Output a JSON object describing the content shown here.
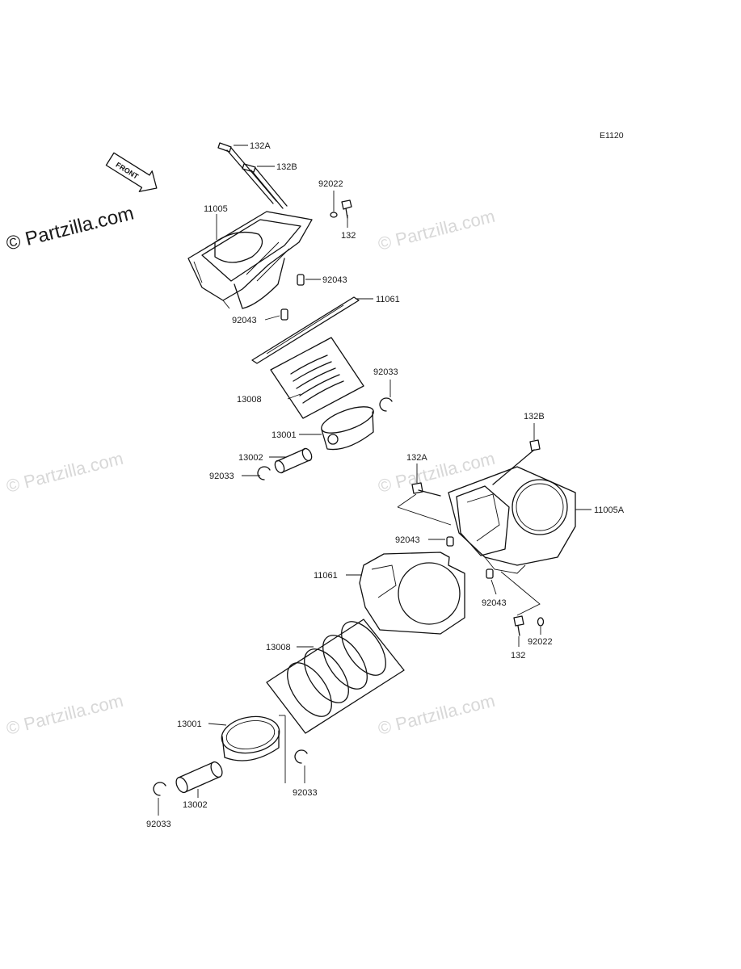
{
  "diagram_code": "E1120",
  "front_label": "FRONT",
  "watermark_main": "© Partzilla.com",
  "watermark_faint": "© Partzilla.com",
  "labels": {
    "p132A_top": "132A",
    "p132B_top": "132B",
    "p92022_top": "92022",
    "p132_top": "132",
    "p11005": "11005",
    "p92043_a": "92043",
    "p92043_b": "92043",
    "p11061_top": "11061",
    "p92033_r": "92033",
    "p13008_top": "13008",
    "p13001_top": "13001",
    "p13002_top": "13002",
    "p92033_l": "92033",
    "p132B_mid": "132B",
    "p132A_mid": "132A",
    "p11005A": "11005A",
    "p92043_c": "92043",
    "p11061_bot": "11061",
    "p92043_d": "92043",
    "p92022_bot": "92022",
    "p132_bot": "132",
    "p13008_bot": "13008",
    "p13001_bot": "13001",
    "p13002_bot": "13002",
    "p92033_bl": "92033",
    "p92033_br": "92033"
  }
}
